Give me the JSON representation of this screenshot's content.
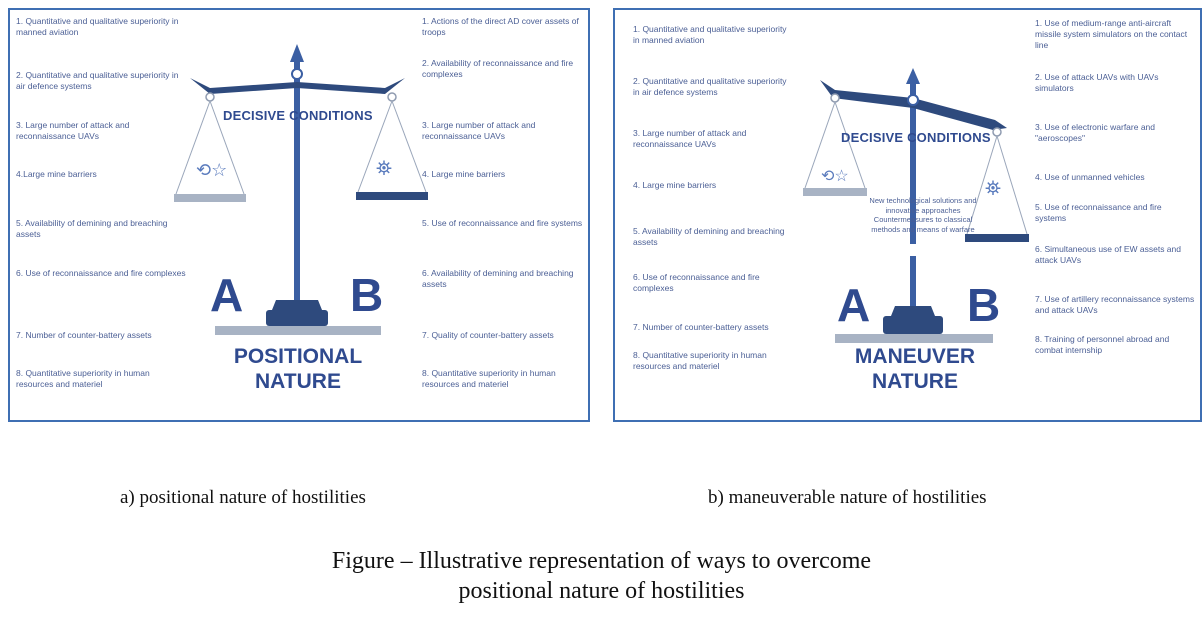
{
  "panel_a": {
    "left_items": [
      "1. Quantitative and qualitative superiority in manned aviation",
      "2. Quantitative and qualitative superiority in air defence systems",
      "3. Large number of attack and reconnaissance UAVs",
      "4.Large mine barriers",
      "5. Availability of demining and breaching assets",
      "6. Use of reconnaissance and fire complexes",
      "7. Number of counter-battery assets",
      "8. Quantitative superiority in human resources and materiel"
    ],
    "right_items": [
      "1. Actions of the direct AD cover assets of troops",
      "2. Availability of reconnaissance and fire complexes",
      "3. Large number of attack and reconnaissance UAVs",
      "4. Large mine barriers",
      "5. Use of reconnaissance and fire systems",
      "6. Availability of demining and breaching assets",
      "7. Quality of counter-battery assets",
      "8. Quantitative superiority in human resources and materiel"
    ],
    "decisive_conditions": "DECISIVE CONDITIONS",
    "letter_a": "A",
    "letter_b": "B",
    "nature_line1": "POSITIONAL",
    "nature_line2": "NATURE"
  },
  "panel_b": {
    "left_items": [
      "1. Quantitative and qualitative superiority in manned aviation",
      "2. Quantitative and qualitative superiority in air defence systems",
      "3. Large number of attack and reconnaissance UAVs",
      "4. Large mine barriers",
      "5. Availability of demining and breaching assets",
      "6. Use of reconnaissance and fire complexes",
      "7. Number of counter-battery assets",
      "8. Quantitative superiority in human resources and materiel"
    ],
    "right_items": [
      "1. Use of medium-range anti-aircraft missile system simulators on the contact line",
      "2. Use of attack UAVs with UAVs simulators",
      "3. Use of electronic warfare and \"aeroscopes\"",
      "4. Use of unmanned vehicles",
      "5. Use of reconnaissance and fire systems",
      "6. Simultaneous use of EW assets and attack UAVs",
      "7. Use of artillery reconnaissance systems and attack UAVs",
      "8. Training of personnel abroad and combat internship"
    ],
    "decisive_conditions": "DECISIVE CONDITIONS",
    "tech_note": "New technological solutions and innovative approaches Countermeasures to classical methods and means of warfare",
    "letter_a": "A",
    "letter_b": "B",
    "nature_line1": "MANEUVER",
    "nature_line2": "NATURE"
  },
  "captions": {
    "a": "a) positional nature of hostilities",
    "b": "b) maneuverable nature of hostilities",
    "figure_title_line1": "Figure – Illustrative representation of ways to overcome",
    "figure_title_line2": "positional nature of hostilities"
  },
  "colors": {
    "dark_blue": "#2f4a8f",
    "beam_blue": "#2e4a7d",
    "pole_blue": "#3b5fa3",
    "grey_base": "#a8b3c4",
    "frame_blue": "#3f6fb3"
  },
  "icons": [
    "arrow-up-icon",
    "cycle-star-icon",
    "radar-device-icon"
  ]
}
